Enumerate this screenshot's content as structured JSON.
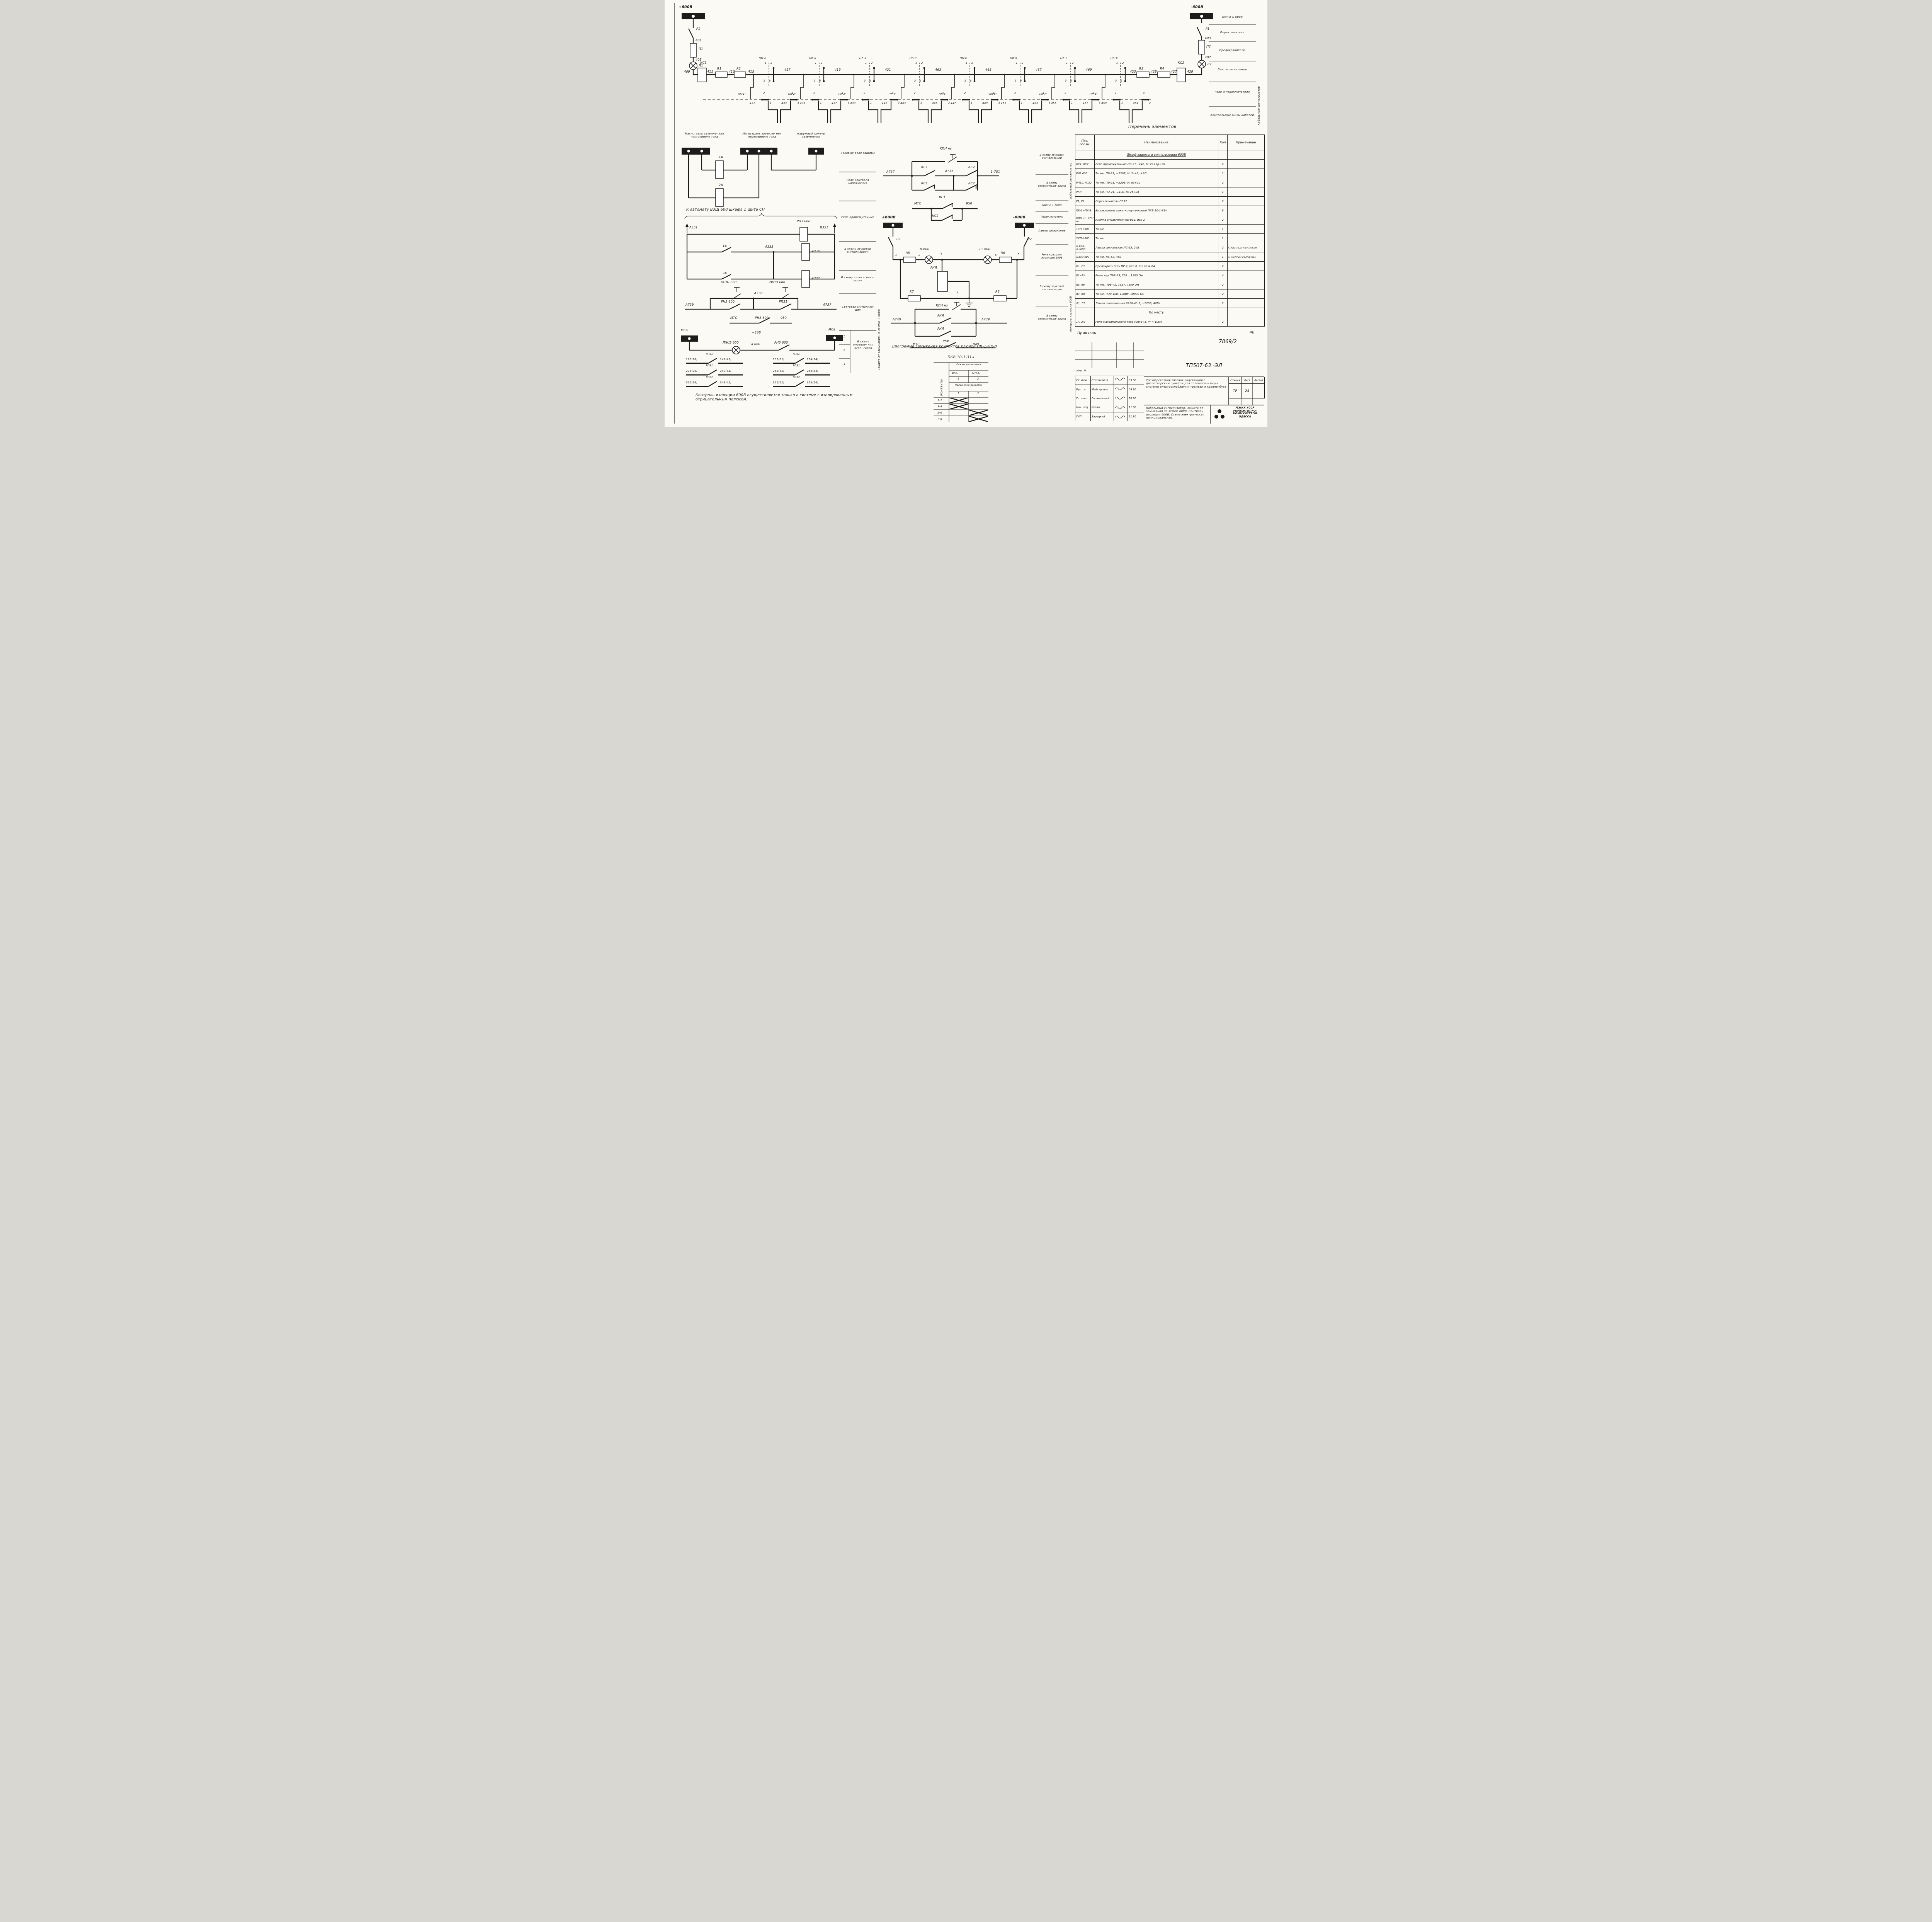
{
  "colors": {
    "ink": "#1c1c1a",
    "paper": "#fbfaf5"
  },
  "note": "Контроль изоляции 600В осуществляется только в системе с изолированным отрицательным полюсом.",
  "top": {
    "bus_plus": "+600В",
    "bus_minus": "-600В",
    "left": {
      "sw": "Р1",
      "w1": "401",
      "fuse": "П1",
      "w2": "405",
      "lamp": "Л1",
      "relay": "КС1",
      "w3": "409",
      "w4": "411",
      "r1": "R1",
      "w5": "413",
      "r2": "R2",
      "w6": "415"
    },
    "right": {
      "w1": "423",
      "r3": "R3",
      "w2": "425",
      "r4": "R4",
      "w3": "427",
      "relay": "КС2",
      "w4": "429",
      "lamp": "Л2",
      "w5": "407",
      "fuse": "П2",
      "w6": "403",
      "sw": "Р1"
    },
    "sections": [
      {
        "name": "ПК-1",
        "p1": "1",
        "p2": "2",
        "p5": "5",
        "p6": "6",
        "deck": "ПК-1²",
        "d2": "2",
        "d4": "4",
        "d1": "1",
        "d3": "3",
        "wl": "431",
        "wr": "433",
        "link": "417"
      },
      {
        "name": "ПК-2",
        "p1": "1",
        "p2": "2",
        "p5": "5",
        "p6": "6",
        "deck": "ПК-2²",
        "d2": "2",
        "d4": "4",
        "d1": "1",
        "d3": "3",
        "wl": "435",
        "wr": "437",
        "link": "419"
      },
      {
        "name": "ПК-3",
        "p1": "1",
        "p2": "2",
        "p5": "5",
        "p6": "6",
        "deck": "ПК-3²",
        "d2": "2",
        "d4": "4",
        "d1": "1",
        "d3": "3",
        "wl": "439",
        "wr": "441",
        "link": "421"
      },
      {
        "name": "ПК-4",
        "p1": "1",
        "p2": "2",
        "p5": "5",
        "p6": "6",
        "deck": "ПК-4²",
        "d2": "2",
        "d4": "4",
        "d1": "1",
        "d3": "3",
        "wl": "443",
        "wr": "445",
        "link": "463"
      },
      {
        "name": "ПК-5",
        "p1": "1",
        "p2": "2",
        "p5": "5",
        "p6": "6",
        "deck": "ПК-5²",
        "d2": "2",
        "d4": "4",
        "d1": "1",
        "d3": "3",
        "wl": "447",
        "wr": "449",
        "link": "465"
      },
      {
        "name": "ПК-6",
        "p1": "1",
        "p2": "2",
        "p5": "5",
        "p6": "6",
        "deck": "ПК-6²",
        "d2": "2",
        "d4": "4",
        "d1": "1",
        "d3": "3",
        "wl": "451",
        "wr": "453",
        "link": "467"
      },
      {
        "name": "ПК-7",
        "p1": "1",
        "p2": "2",
        "p5": "5",
        "p6": "6",
        "deck": "ПК-7²",
        "d2": "2",
        "d4": "4",
        "d1": "1",
        "d3": "3",
        "wl": "455",
        "wr": "457",
        "link": "469"
      },
      {
        "name": "ПК-8",
        "p1": "1",
        "p2": "2",
        "p5": "5",
        "p6": "6",
        "deck": "ПК-8²",
        "d2": "2",
        "d4": "4",
        "d1": "1",
        "d3": "3",
        "wl": "459",
        "wr": "461",
        "link": ""
      }
    ]
  },
  "legend": {
    "strip": "Кабельный сигнализатор",
    "b1": "Шины ± 600В",
    "b2": "Переключатель",
    "b3": "Предохранители",
    "b4": "Лампы сигнальные",
    "b5": "Реле и переключатели",
    "b6": "Контрольные жилы кабелей"
  },
  "ground": {
    "h1": "Магистраль заземле- ния постоянного тока",
    "h2": "Магистраль заземле- ния переменного тока",
    "h3": "Наружный контур заземления",
    "rel1a": "1А",
    "rel2a": "2А",
    "feeder": "К автомату ВЗЩ 600  шкафа 1  щита СН",
    "a351": "А351",
    "v351": "В351",
    "rn3": "РНЗ 600",
    "c1a": "1А",
    "a353": "А353",
    "rp31": "РП 31",
    "c2a": "2А",
    "rp32": "РП32",
    "btn1": "1КПН 600",
    "btn2": "2КПН 600",
    "a738": "А738",
    "a739": "А739",
    "rn3c": "РНЗ 600",
    "rp31c": "РП31",
    "a737": "А737",
    "mts": "МТС",
    "rn3c2": "РНЗ 600",
    "w950": "950",
    "msa": "МСа",
    "msv": "МСв",
    "v36": "~36В",
    "lampz": "ЛЖ/З 600",
    "a660": "а 660",
    "rn3c3": "РНЗ 600",
    "matrix": [
      {
        "l": "126(26)",
        "rel": "РП31",
        "r": "149(41)"
      },
      {
        "l": "226(26)",
        "rel": "РП31",
        "r": "249(41)"
      },
      {
        "l": "326(26)",
        "rel": "РП32",
        "r": "349(41)"
      },
      {
        "l": "161(61)",
        "rel": "РП31",
        "r": "154(54)"
      },
      {
        "l": "261(61)",
        "rel": "РП31",
        "r": "254(54)"
      },
      {
        "l": "361(61)",
        "rel": "РП32",
        "r": "354(54)"
      }
    ]
  },
  "relay_col": {
    "strip": "Защита от замыкания на землю + 600В",
    "b1": "Токовые реле защиты",
    "b2": "Реле контроля напряжения",
    "b3": "Реле промежуточные",
    "b4": "В схему звуковой сигнализации",
    "b5": "В схему телесигнали- зации",
    "b6": "Световая сигнализа- ция",
    "n1": "1",
    "n2": "2",
    "n3": "3",
    "b7": "В схему управле- ния агре- гатов"
  },
  "ks": {
    "btn": "КПН нс",
    "a737": "А737",
    "ks1": "КС1",
    "a736": "А736",
    "ks2": "КС2",
    "right": "1-751",
    "ks1b": "КС1",
    "ks2b": "КС2",
    "mts": "МТС",
    "ks1c": "КС1",
    "w950": "950",
    "ks2c": "КС2"
  },
  "rki": {
    "bus_plus": "+600В",
    "bus_minus": "-600В",
    "p2l": "Р2",
    "p2r": "Р2",
    "n1": "1",
    "r5": "R5",
    "n2": "2",
    "lampm": "Л-600",
    "n3": "3",
    "lampp": "Л+600",
    "n6": "6",
    "r6": "R6",
    "n5": "5",
    "coil": "РКИ",
    "r7": "R7",
    "n4": "4",
    "r8": "R8",
    "btn": "КПН нз",
    "a740": "А740",
    "rki1": "РКИ",
    "a739": "А739",
    "rki2": "РКИ",
    "mts": "МТС",
    "rki3": "РКИ",
    "w949": "949"
  },
  "right_col": {
    "strip1": "Кабельный сигнализатор",
    "strip2": "Контроль изоляции 600В",
    "b1": "В схему звуковой сигнализации",
    "b2": "В схему телесигнали- зации",
    "b3": "Шины ± 600В",
    "b4": "Переключатель",
    "b5": "Лампы сигнальные",
    "b6": "Реле контроля изоляции 600В",
    "b7": "В схему звуковой сигнализации",
    "b8": "В схему телесигнали- зации"
  },
  "parts": {
    "title": "Перечень элементов",
    "headers": [
      "Поз. обозн.",
      "Наименование",
      "Кол",
      "Примечание"
    ],
    "rows": [
      {
        "pos": "",
        "name": "Шкаф защиты и сигнализации 600В",
        "qty": "",
        "note": ""
      },
      {
        "pos": "КС1, КС2",
        "name": "Реле промежуточное ПЭ-21, -24В, Н: 2з+2р+2п",
        "qty": "2",
        "note": ""
      },
      {
        "pos": "РНЗ 600",
        "name": "То же, ПЭ-21, ~220В, Н: 2з+2р+2П",
        "qty": "1",
        "note": ""
      },
      {
        "pos": "РП31, РП32",
        "name": "То же, ПЭ-21, ~220В, Н: 6з+2р",
        "qty": "2",
        "note": ""
      },
      {
        "pos": "РКИ",
        "name": "То же, ПЭ-21, -110В, Н: 2з+2п",
        "qty": "1",
        "note": ""
      },
      {
        "pos": "Р1, Р2",
        "name": "Переключатель ПБ32",
        "qty": "2",
        "note": ""
      },
      {
        "pos": "ПК-1÷ПК-8",
        "name": "Выключатель пакетно-кулачковый ПКВ 10-1-31-I",
        "qty": "8",
        "note": ""
      },
      {
        "pos": "КПН нс, КПН нз",
        "name": "Кнопка управления КЕ-011, исп 2",
        "qty": "2",
        "note": ""
      },
      {
        "pos": "1КПН 600",
        "name": "То же",
        "qty": "1",
        "note": ""
      },
      {
        "pos": "2КПН 600",
        "name": "То же",
        "qty": "1",
        "note": ""
      },
      {
        "pos": "Л-600, Л+600",
        "name": "Лампа сигнальная ЛС-53, 24В",
        "qty": "2",
        "note": "С красным колпачком"
      },
      {
        "pos": "ЛЖ/З 600",
        "name": "То же, ЛС-53, 48В",
        "qty": "1",
        "note": "С желтым колпачком"
      },
      {
        "pos": "П1, П2",
        "name": "Предохранитель ПР-2, исп II, Iпл вт = 6А",
        "qty": "2",
        "note": ""
      },
      {
        "pos": "R1÷R4",
        "name": "Резистор ПЭВ-75, 75Вт, 1500 Ом",
        "qty": "4",
        "note": ""
      },
      {
        "pos": "R5, R6",
        "name": "То же, ПЭВ-75, 75Вт, 7500 Ом",
        "qty": "2",
        "note": ""
      },
      {
        "pos": "R7, R8",
        "name": "То же, ПЭВ-100, 100Вт, 10000 Ом",
        "qty": "2",
        "note": ""
      },
      {
        "pos": "Л1, Л2",
        "name": "Лампа накаливания Б220-40-1, ~220В, 40Вт",
        "qty": "2",
        "note": ""
      },
      {
        "pos": "",
        "name": "По месту",
        "qty": "",
        "note": ""
      },
      {
        "pos": "1А, 2А",
        "name": "Реле максимального тока РЭВ-571, Iн = 100А",
        "qty": "2",
        "note": ""
      }
    ]
  },
  "diagram": {
    "title": "Диаграмма замыкания контактов ключей ПК-1-ПК-8",
    "key_type": "ПКВ 10-1-31-I",
    "side": "Контакты",
    "mode": "Режим управления",
    "on": "Вкл.",
    "off": "Откл.",
    "on_val": "1",
    "off_val": "2",
    "pos": "Положение рукоятки",
    "pos1": "1",
    "pos2": "2",
    "rows": [
      {
        "c": "1-2",
        "x1": true,
        "x2": false
      },
      {
        "c": "3-4",
        "x1": true,
        "x2": false
      },
      {
        "c": "5-6",
        "x1": false,
        "x2": true
      },
      {
        "c": "7-8",
        "x1": false,
        "x2": true
      }
    ]
  },
  "tb": {
    "privyazan": "Привязан",
    "inv": "Инв. №",
    "doc": "ТП507-63  -ЭЛ",
    "arch": "7869/2",
    "num40": "40",
    "people": [
      {
        "role": "Ст. инж.",
        "name": "Степочкина",
        "date": "09.80"
      },
      {
        "role": "Рук. гр.",
        "name": "Майстровая",
        "date": "09.80"
      },
      {
        "role": "Гл. спец.",
        "name": "Горниевский",
        "date": "10.80"
      },
      {
        "role": "Нач. отд.",
        "name": "Коган",
        "date": "11.80"
      },
      {
        "role": "ГИП",
        "name": "Зарецкий",
        "date": "11.80"
      }
    ],
    "project": "Трехагрегатная тяговая подстанция с диспетчерским пунктом для телемеханизации системы электроснабжения трамвая и троллейбуса",
    "stage_h": [
      "Стадия",
      "Лист",
      "Листов"
    ],
    "stage": "ТР",
    "sheet": "24",
    "sheets": "",
    "subject": "Кабельный сигнализатор. Защита от замыкания на землю 600В. Контроль изоляции 600В. Схема электрическая принципиальная.",
    "org1": "МЖКХ УССР",
    "org2": "УКРЮЖГИПРО-",
    "org3": "КОММУНСТРОЙ",
    "org4": "ОДЕССА"
  }
}
